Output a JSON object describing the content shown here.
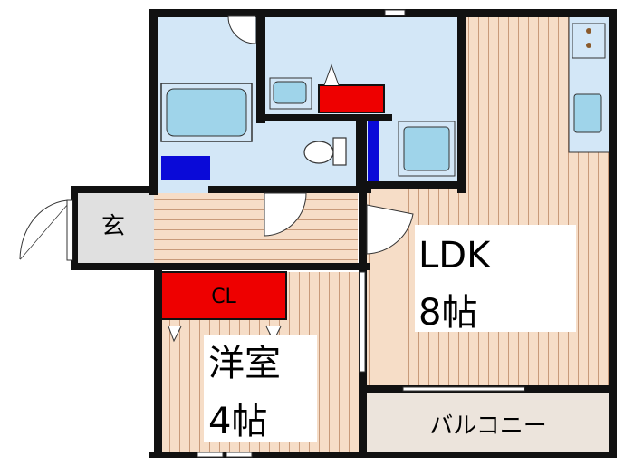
{
  "rooms": {
    "entrance": "玄",
    "closet": "CL",
    "western_room_name": "洋室",
    "western_room_size": "4帖",
    "ldk_name": "LDK",
    "ldk_size": "8帖",
    "balcony": "バルコニー"
  },
  "colors": {
    "wall": "#111111",
    "wet_area": "#d3e7f7",
    "fixture": "#9fd4ea",
    "storage_blue": "#0a0ad8",
    "closet_red": "#ee0000",
    "floor_wood": "#f6ddc7",
    "floor_line": "#c89a7a",
    "balcony": "#ece4dc"
  }
}
